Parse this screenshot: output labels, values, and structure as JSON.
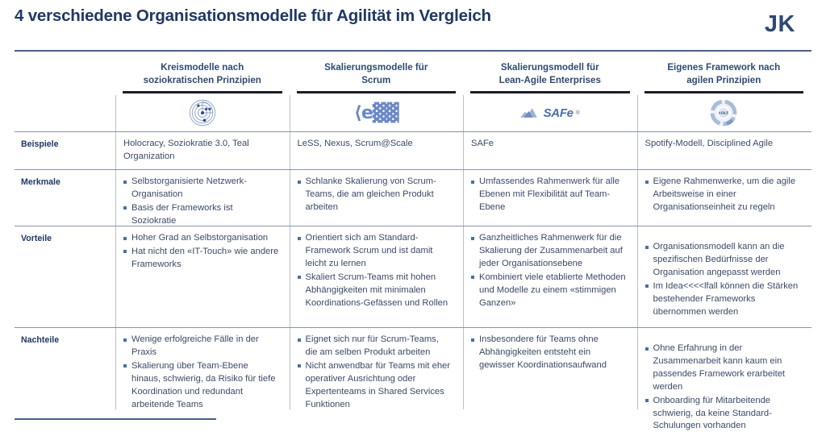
{
  "slide": {
    "title": "4 verschiedene Organisationsmodelle für Agilität im Vergleich",
    "logo": "JK",
    "accent_color": "#1f3864",
    "rule_color": "#4a5f86"
  },
  "table": {
    "row_label_header": "",
    "columns": [
      {
        "title_line1": "Kreismodelle nach",
        "title_line2": "soziokratischen Prinzipien",
        "icon": "sociocracy-circle-icon"
      },
      {
        "title_line1": "Skalierungsmodelle für",
        "title_line2": "Scrum",
        "icon": "less-logo-icon"
      },
      {
        "title_line1": "Skalierungsmodell für",
        "title_line2": "Lean-Agile Enterprises",
        "icon": "safe-logo-icon"
      },
      {
        "title_line1": "Eigenes Framework nach",
        "title_line2": "agilen Prinzipien",
        "icon": "agile-ring-icon"
      }
    ],
    "rows": [
      {
        "label": "Beispiele",
        "cells": [
          {
            "type": "text",
            "text": "Holocracy, Soziokratie 3.0, Teal Organization"
          },
          {
            "type": "text",
            "text": "LeSS, Nexus, Scrum@Scale"
          },
          {
            "type": "text",
            "text": "SAFe"
          },
          {
            "type": "text",
            "text": "Spotify-Modell, Disciplined Agile"
          }
        ]
      },
      {
        "label": "Merkmale",
        "cells": [
          {
            "type": "bullets",
            "items": [
              "Selbstorganisierte Netzwerk-Organisation",
              "Basis der Frameworks ist Soziokratie"
            ]
          },
          {
            "type": "bullets",
            "items": [
              "Schlanke Skalierung von Scrum-Teams, die am gleichen Produkt arbeiten"
            ]
          },
          {
            "type": "bullets",
            "items": [
              "Umfassendes Rahmenwerk für alle Ebenen mit Flexibilität auf Team-Ebene"
            ]
          },
          {
            "type": "bullets",
            "items": [
              "Eigene Rahmenwerke, um die agile Arbeitsweise in einer Organisationseinheit zu regeln"
            ]
          }
        ]
      },
      {
        "label": "Vorteile",
        "cells": [
          {
            "type": "bullets",
            "items": [
              "Hoher Grad an Selbstorganisation",
              "Hat nicht den «IT-Touch» wie andere Frameworks"
            ]
          },
          {
            "type": "bullets",
            "items": [
              "Orientiert sich am Standard-Framework Scrum und ist damit leicht zu lernen",
              "Skaliert Scrum-Teams mit hohen Abhängigkeiten mit minimalen Koordinations-Gefässen und Rollen"
            ]
          },
          {
            "type": "bullets",
            "items": [
              "Ganzheitliches Rahmenwerk für die Skalierung der Zusammenarbeit auf jeder Organisationsebene",
              "Kombiniert viele etablierte Methoden und Modelle zu einem «stimmigen Ganzen»"
            ]
          },
          {
            "type": "bullets",
            "offset": true,
            "items": [
              "Organisationsmodell kann an die spezifischen Bedürfnisse der Organisation angepasst werden",
              "Im Idea<<<<lfall können die Stärken bestehender Frameworks übernommen werden"
            ]
          }
        ]
      },
      {
        "label": "Nachteile",
        "cells": [
          {
            "type": "bullets",
            "items": [
              "Wenige erfolgreiche Fälle in der Praxis",
              "Skalierung über Team-Ebene hinaus, schwierig, da Risiko für tiefe Koordination und redundant arbeitende Teams"
            ]
          },
          {
            "type": "bullets",
            "items": [
              "Eignet sich nur für Scrum-Teams, die am selben Produkt arbeiten",
              "Nicht anwendbar für Teams mit eher operativer Ausrichtung oder Expertenteams in Shared Services Funktionen"
            ]
          },
          {
            "type": "bullets",
            "items": [
              "Insbesondere für Teams ohne Abhängigkeiten entsteht ein gewisser Koordinationsaufwand"
            ]
          },
          {
            "type": "bullets",
            "offset": true,
            "items": [
              "Ohne Erfahrung in der Zusammenarbeit kann kaum ein passendes Framework erarbeitet werden",
              "Onboarding für Mitarbeitende schwierig, da keine Standard-Schulungen vorhanden"
            ]
          }
        ]
      }
    ]
  }
}
